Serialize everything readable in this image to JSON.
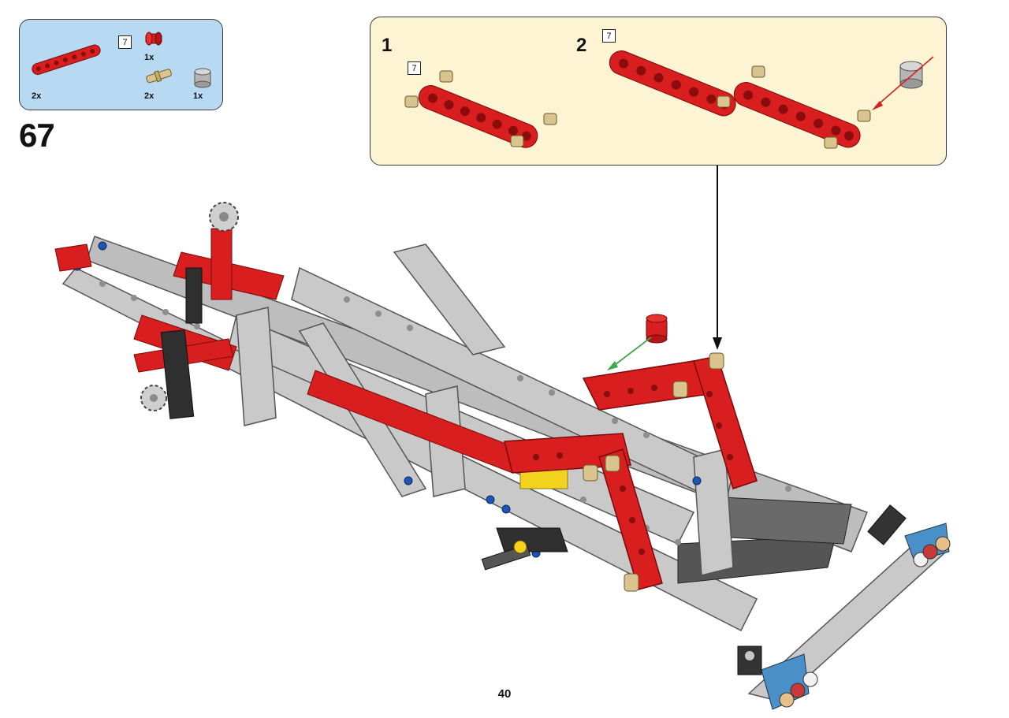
{
  "parts_list": {
    "items": [
      {
        "name": "red-beam",
        "quantity": "2x",
        "length": "7"
      },
      {
        "name": "red-bush",
        "quantity": "1x"
      },
      {
        "name": "tan-axle-pin",
        "quantity": "2x"
      },
      {
        "name": "grey-bush",
        "quantity": "1x"
      }
    ]
  },
  "step": {
    "number": "67"
  },
  "substeps": [
    {
      "number": "1",
      "length": "7"
    },
    {
      "number": "2",
      "length": "7"
    }
  ],
  "page": {
    "number": "40"
  },
  "colors": {
    "parts_bg": "#b8d9f2",
    "substep_bg": "#fdf4d4",
    "red_part": "#d81e1e",
    "light_grey": "#c9c9c9",
    "dark_grey": "#555555",
    "tan": "#d9c48f",
    "green_arrow": "#3caa4a",
    "blue_pin": "#1f55b5",
    "yellow": "#f2d21c"
  }
}
